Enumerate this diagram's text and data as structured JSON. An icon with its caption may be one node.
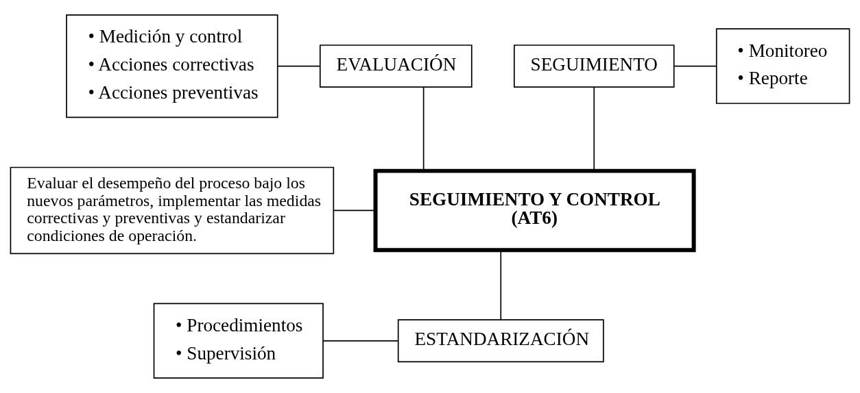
{
  "diagram": {
    "nodes": [
      {
        "text": [
          "• Medición y control",
          "• Acciones correctivas",
          "• Acciones preventivas"
        ]
      },
      {
        "text": [
          "EVALUACIÓN"
        ]
      },
      {
        "text": [
          "SEGUIMIENTO"
        ]
      },
      {
        "text": [
          "• Monitoreo",
          "• Reporte"
        ]
      },
      {
        "text": [
          "Evaluar el desempeño del proceso bajo los nuevos parámetros, implementar las medidas correctivas y preventivas y estandarizar condiciones de operación."
        ]
      },
      {
        "text": [
          "SEGUIMIENTO Y CONTROL",
          "(AT6)"
        ]
      },
      {
        "text": [
          "ESTANDARIZACIÓN"
        ]
      },
      {
        "text": [
          "• Procedimientos",
          "• Supervisión"
        ]
      }
    ],
    "edges": [
      {
        "from": 0,
        "to": 1,
        "arrow": "none"
      },
      {
        "from": 1,
        "to": 5,
        "arrow": "none"
      },
      {
        "from": 2,
        "to": 5,
        "arrow": "none"
      },
      {
        "from": 2,
        "to": 3,
        "arrow": "none"
      },
      {
        "from": 4,
        "to": 5,
        "arrow": "none"
      },
      {
        "from": 5,
        "to": 6,
        "arrow": "none"
      },
      {
        "from": 7,
        "to": 6,
        "arrow": "none"
      }
    ]
  }
}
